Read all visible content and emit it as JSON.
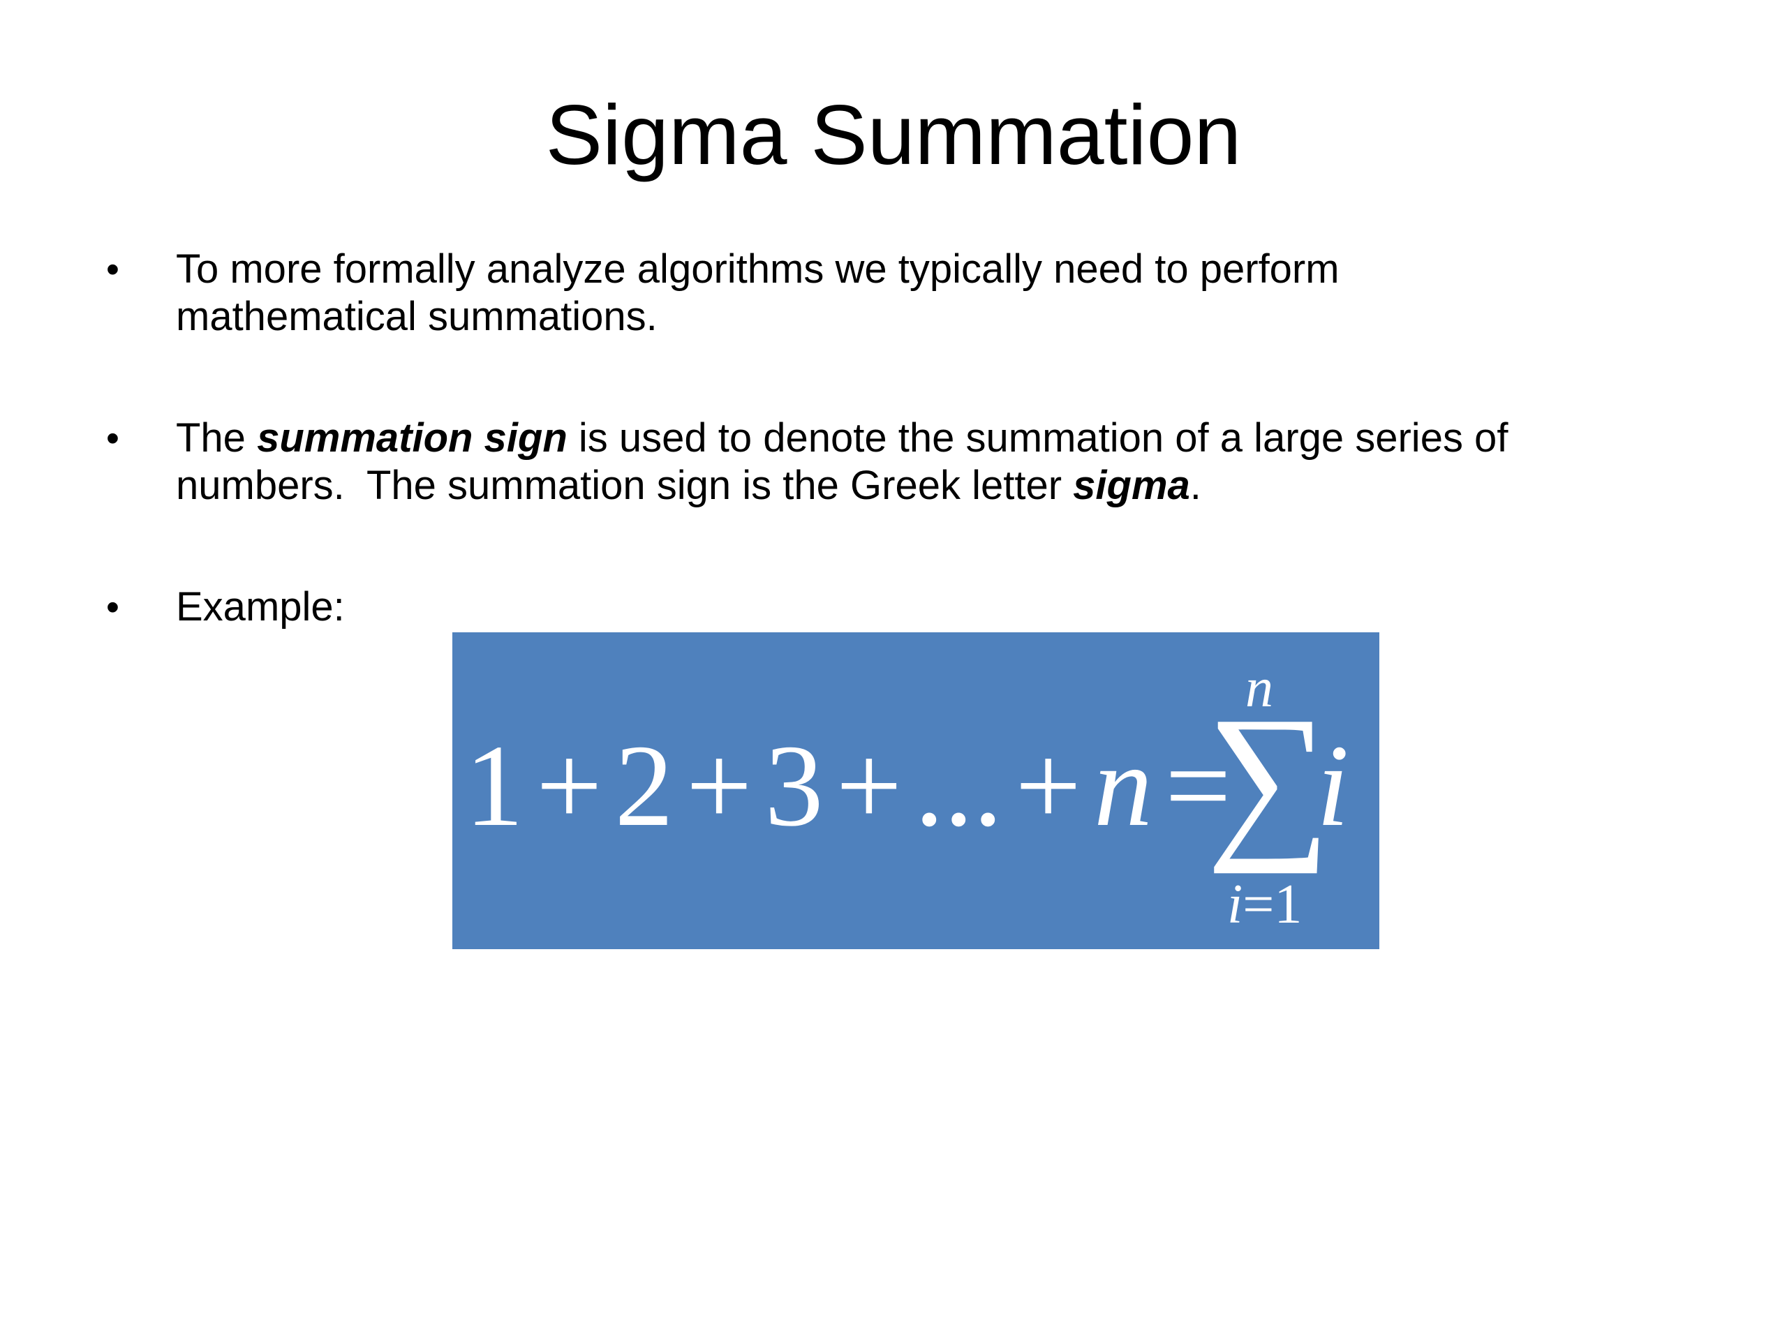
{
  "slide": {
    "title": "Sigma Summation",
    "bullets": [
      {
        "line1": "To more formally analyze algorithms we typically need to perform",
        "line2": "mathematical summations."
      },
      {
        "line1_pre": "The ",
        "line1_emph": "summation sign",
        "line1_post": " is used to denote the summation of a large series of",
        "line2_pre": "numbers.  The summation sign is the Greek letter ",
        "line2_emph": "sigma",
        "line2_post": "."
      },
      {
        "line1": "Example:"
      }
    ],
    "bullet_glyph": "•"
  },
  "formula": {
    "terms": [
      "1",
      "2",
      "3",
      "...",
      "n"
    ],
    "plus": "+",
    "equals": "=",
    "sigma": "∑",
    "summand": "i",
    "upper_limit": "n",
    "lower_var": "i",
    "lower_eq": "=",
    "lower_value": "1",
    "box_color": "#4f81bd",
    "text_color": "#ffffff"
  }
}
